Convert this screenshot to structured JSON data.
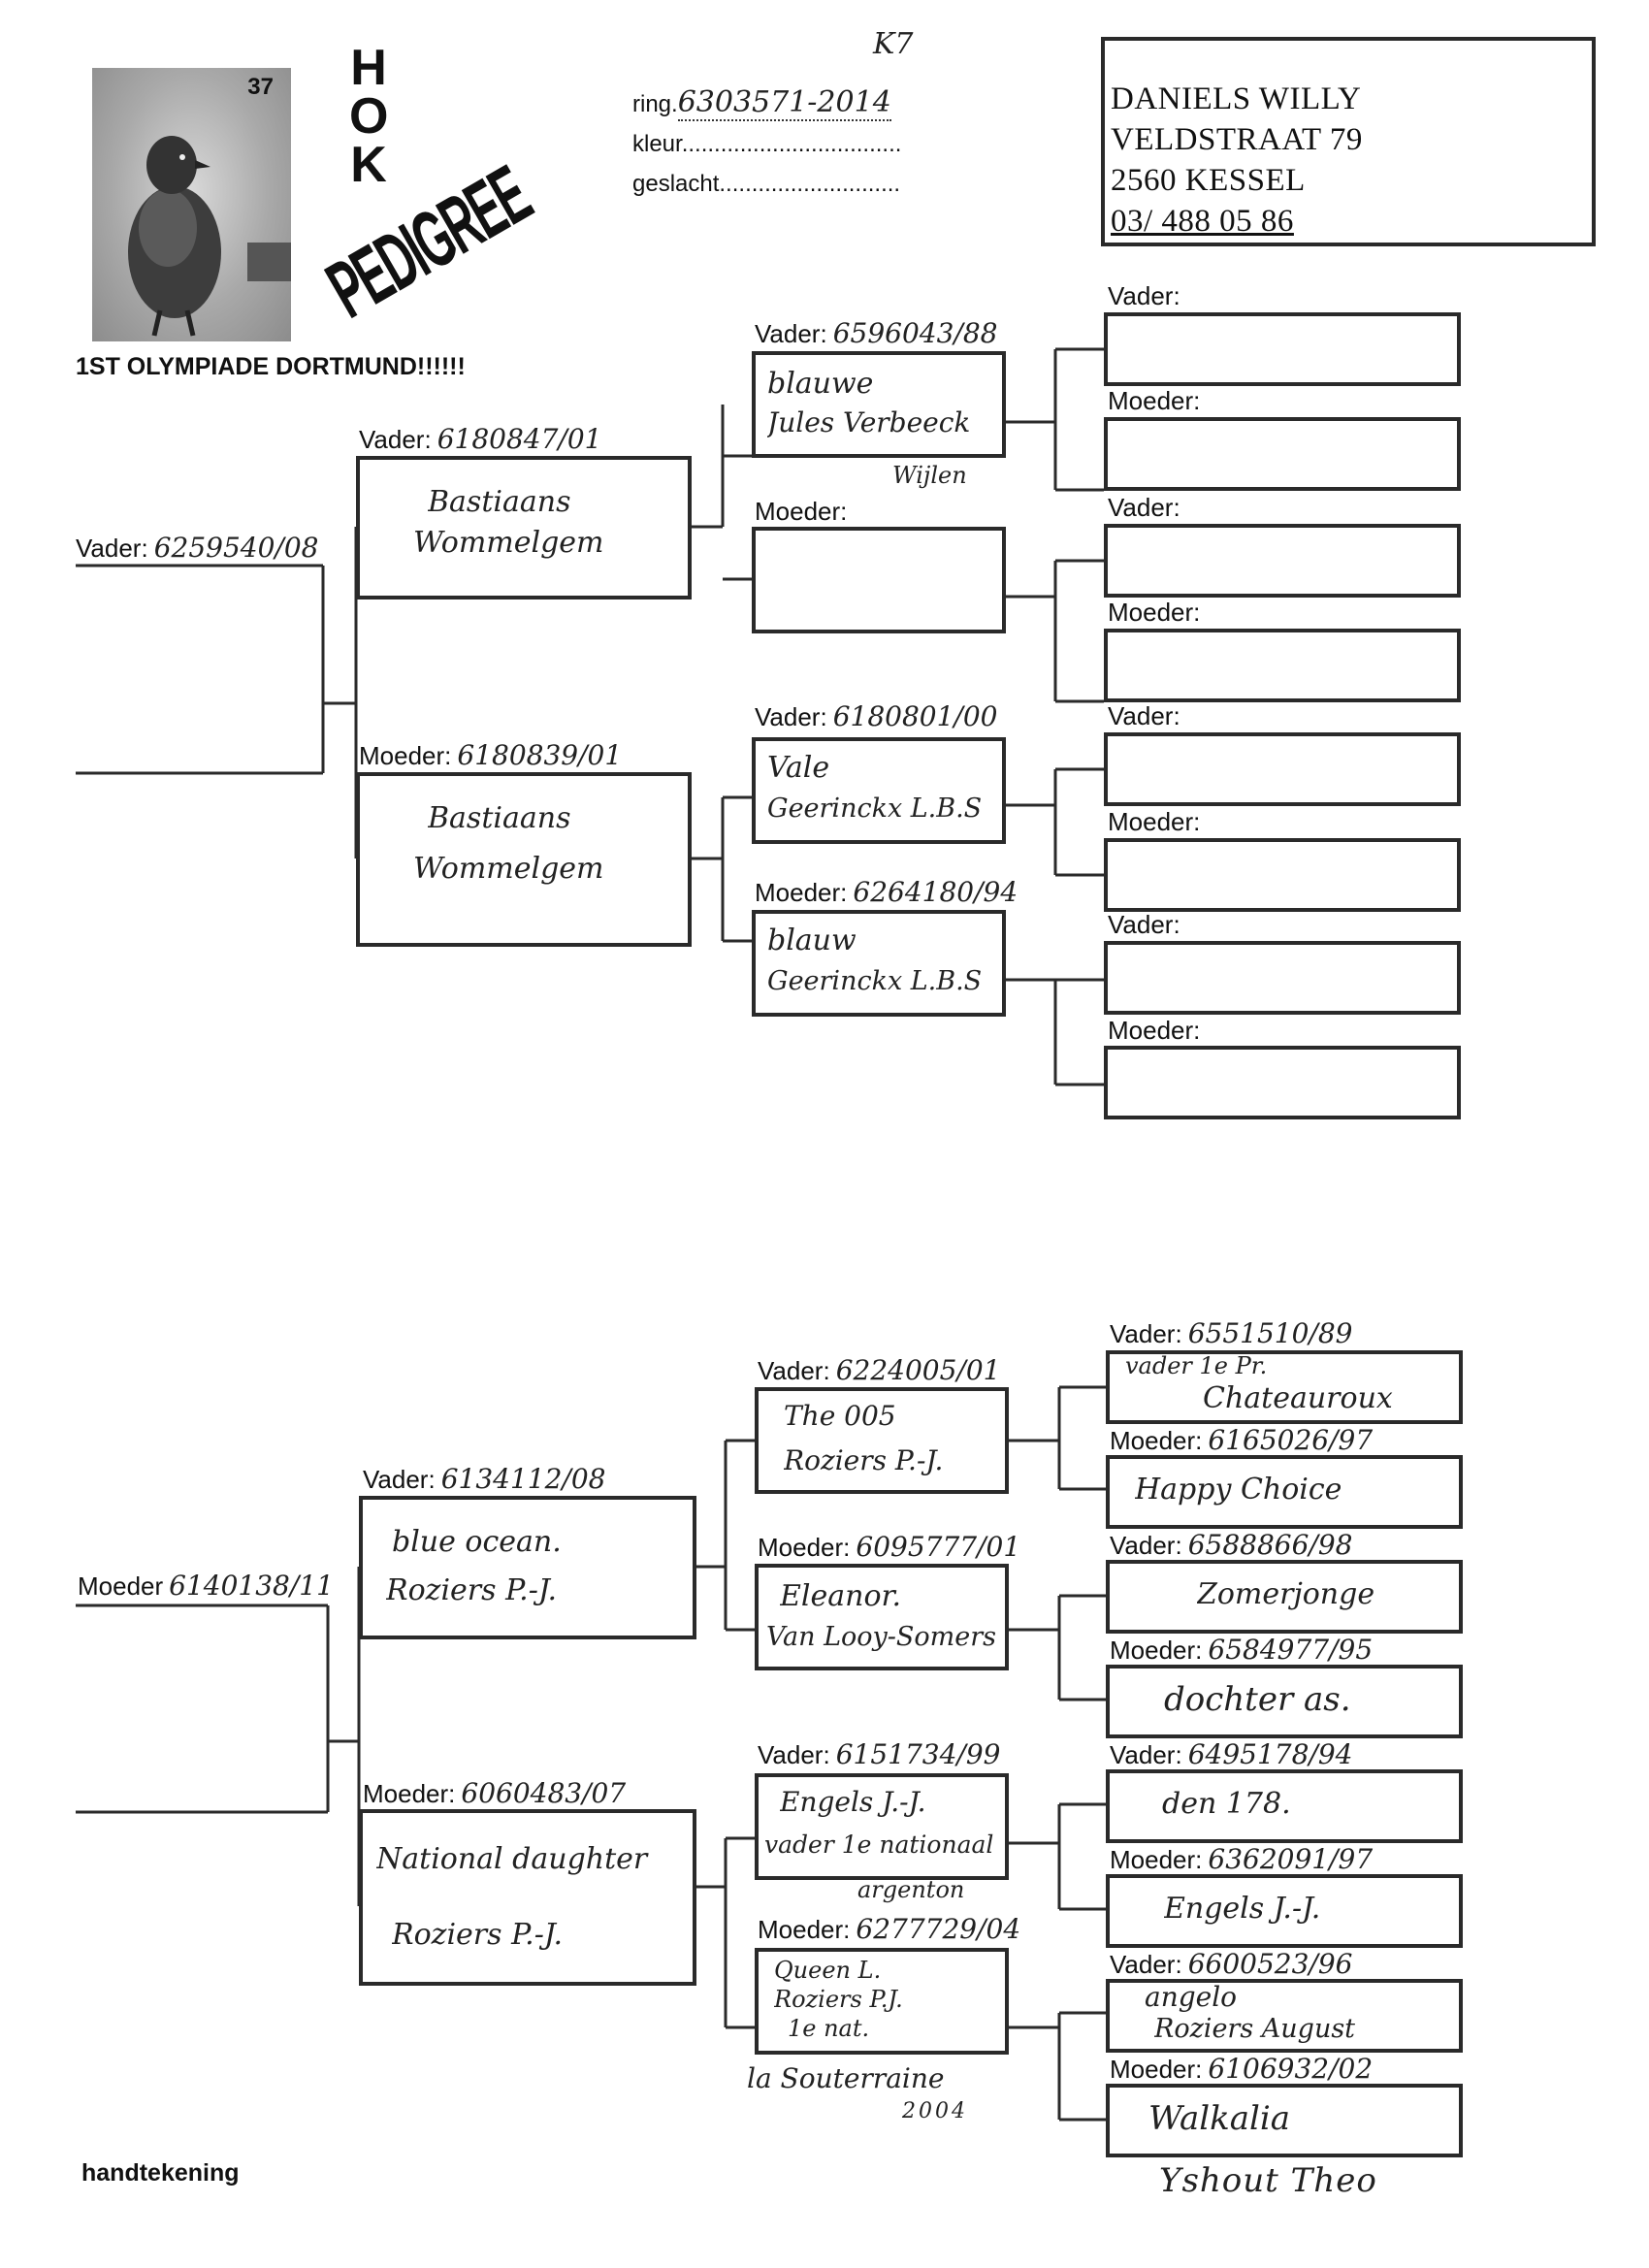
{
  "corner_note": "K7",
  "photo": {
    "number": "37"
  },
  "logo": {
    "hok": "HOK",
    "pedigree": "PEDIGREE"
  },
  "fields": {
    "ring_label": "ring.",
    "ring_value": "6303571-2014",
    "kleur_label": "kleur..................................",
    "geslacht_label": "geslacht............................"
  },
  "owner": {
    "name": "DANIELS WILLY",
    "street": "VELDSTRAAT 79",
    "city": "2560 KESSEL",
    "phone": "03/ 488 05 86"
  },
  "headline": "1ST OLYMPIADE DORTMUND!!!!!!",
  "signature_label": "handtekening",
  "labels": {
    "vader": "Vader:",
    "moeder": "Moeder:",
    "moeder_plain": "Moeder"
  },
  "father": {
    "ring": "6259540/08",
    "vader": {
      "ring": "6180847/01",
      "line1": "Bastiaans",
      "line2": "Wommelgem"
    },
    "moeder": {
      "ring": "6180839/01",
      "line1": "Bastiaans",
      "line2": "Wommelgem"
    },
    "vv": {
      "ring": "6596043/88",
      "line1": "blauwe",
      "line2": "Jules Verbeeck",
      "note": "Wijlen"
    },
    "vm": {
      "ring": ""
    },
    "mv": {
      "ring": "6180801/00",
      "line1": "Vale",
      "line2": "Geerinckx L.B.S"
    },
    "mm": {
      "ring": "6264180/94",
      "line1": "blauw",
      "line2": "Geerinckx L.B.S"
    }
  },
  "mother": {
    "ring": "6140138/11",
    "vader": {
      "ring": "6134112/08",
      "line1": "blue ocean.",
      "line2": "Roziers P.-J."
    },
    "moeder": {
      "ring": "6060483/07",
      "line1": "National daughter",
      "line2": "Roziers P.-J."
    },
    "vv": {
      "ring": "6224005/01",
      "line1": "The 005",
      "line2": "Roziers P.-J."
    },
    "vm": {
      "ring": "6095777/01",
      "line1": "Eleanor.",
      "line2": "Van Looy-Somers"
    },
    "mv": {
      "ring": "6151734/99",
      "line1": "Engels J.-J.",
      "line2": "vader 1e nationaal",
      "note": "argenton"
    },
    "mm": {
      "ring": "6277729/04",
      "line1": "Queen L.",
      "line2": "Roziers P.J.",
      "line3": "1e nat.",
      "note1": "la Souterraine",
      "note2": "2004"
    },
    "vvv": {
      "ring": "6551510/89",
      "line1": "vader 1e Pr.",
      "line2": "Chateauroux"
    },
    "vvm": {
      "ring": "6165026/97",
      "line1": "Happy Choice"
    },
    "vmv": {
      "ring": "6588866/98",
      "line1": "Zomerjonge"
    },
    "vmm": {
      "ring": "6584977/95",
      "line1": "dochter as."
    },
    "mvv": {
      "ring": "6495178/94",
      "line1": "den 178."
    },
    "mvm": {
      "ring": "6362091/97",
      "line1": "Engels J.-J."
    },
    "mmv": {
      "ring": "6600523/96",
      "line1": "angelo",
      "line2": "Roziers August"
    },
    "mmm": {
      "ring": "6106932/02",
      "line1": "Walkalia"
    },
    "breeder_note": "Yshout Theo"
  }
}
